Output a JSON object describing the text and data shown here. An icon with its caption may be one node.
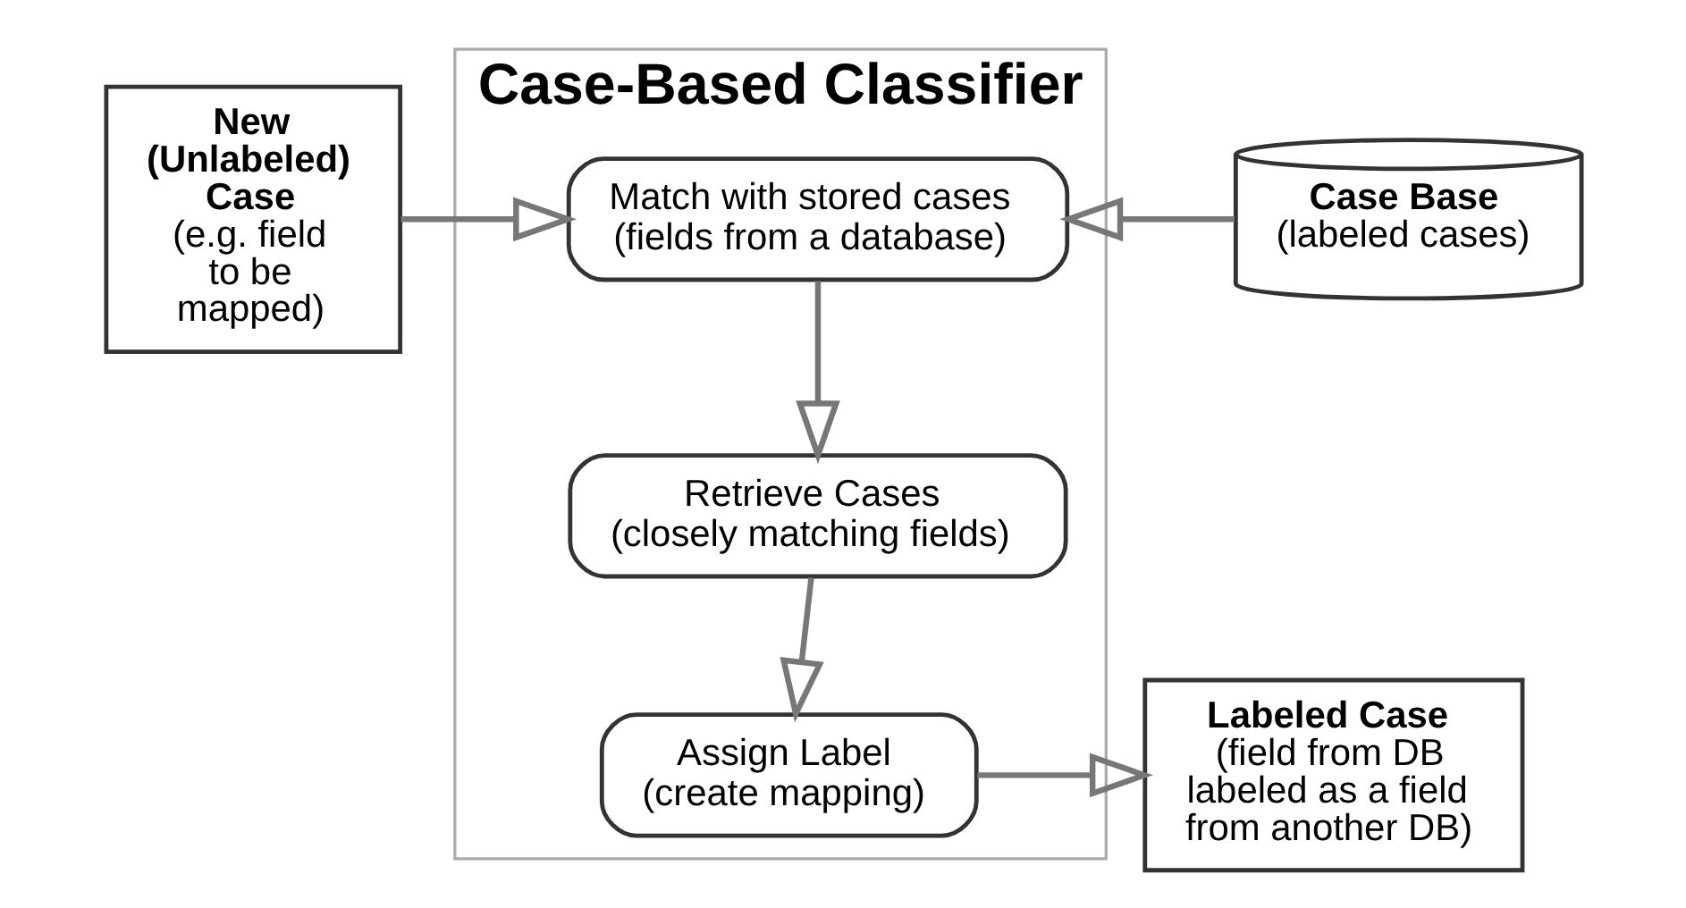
{
  "diagram": {
    "nodes": [
      {
        "text": [
          "New (Unlabeled) Case",
          "(e.g. field to be mapped)"
        ]
      },
      {
        "text": [
          "Case-Based Classifier"
        ]
      },
      {
        "text": [
          "Match with stored cases",
          "(fields from a database)"
        ],
        "in": 1
      },
      {
        "text": [
          "Retrieve Cases",
          "(closely matching fields)"
        ],
        "in": 1
      },
      {
        "text": [
          "Assign Label",
          "(create mapping)"
        ],
        "in": 1
      },
      {
        "text": [
          "Case Base",
          "(labeled cases)"
        ]
      },
      {
        "text": [
          "Labeled Case",
          "(field from DB labeled as a field from another DB)"
        ]
      }
    ],
    "edges": [
      {
        "from": 0,
        "to": 2,
        "arrow": "to"
      },
      {
        "from": 5,
        "to": 2,
        "arrow": "to"
      },
      {
        "from": 2,
        "to": 3,
        "arrow": "to"
      },
      {
        "from": 3,
        "to": 4,
        "arrow": "to"
      },
      {
        "from": 4,
        "to": 6,
        "arrow": "to"
      }
    ]
  }
}
